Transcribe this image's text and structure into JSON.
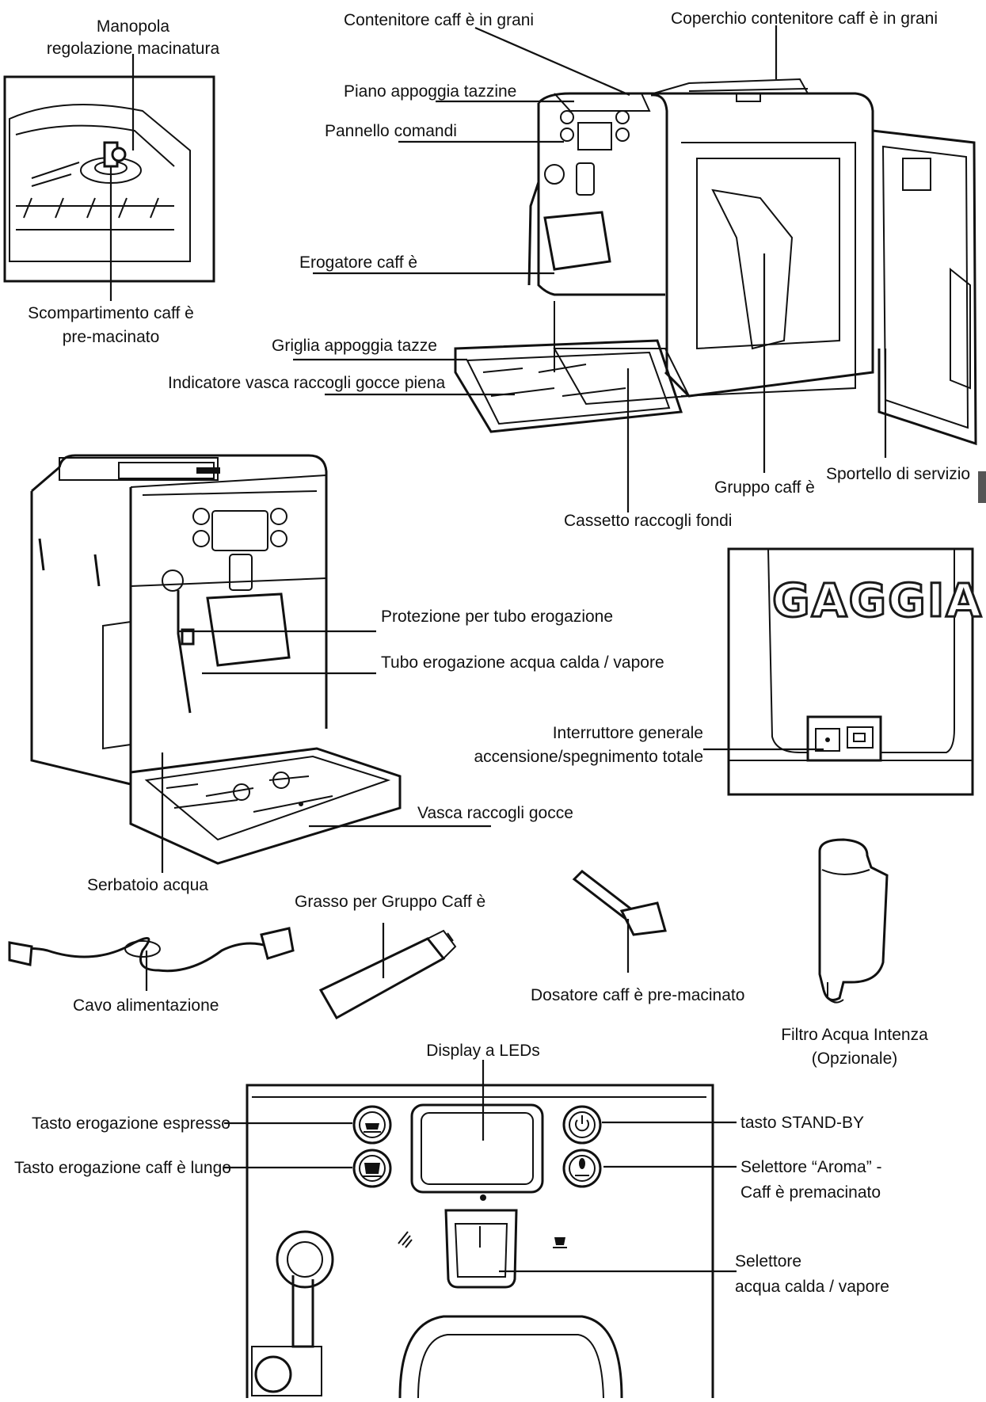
{
  "labels": {
    "manopola_line1": "Manopola",
    "manopola_line2": "regolazione macinatura",
    "scompartimento_line1": "Scompartimento caff è",
    "scompartimento_line2": "pre-macinato",
    "contenitore": "Contenitore caff è in grani",
    "coperchio": "Coperchio contenitore caff è in grani",
    "piano": "Piano appoggia tazzine",
    "pannello": "Pannello comandi",
    "erogatore": "Erogatore caff è",
    "griglia": "Griglia appoggia tazze",
    "indicatore": "Indicatore vasca raccogli gocce piena",
    "cassetto": "Cassetto raccogli fondi",
    "gruppo": "Gruppo caff è",
    "sportello": "Sportello di servizio",
    "protezione": "Protezione per tubo erogazione",
    "tubo": "Tubo erogazione acqua calda / vapore",
    "vasca": "Vasca raccogli gocce",
    "serbatoio": "Serbatoio acqua",
    "interruttore_line1": "Interruttore generale",
    "interruttore_line2": "accensione/spegnimento totale",
    "grasso": "Grasso per Gruppo Caff è",
    "cavo": "Cavo alimentazione",
    "dosatore": "Dosatore caff è pre-macinato",
    "filtro_line1": "Filtro Acqua Intenza",
    "filtro_line2": "(Opzionale)",
    "display": "Display a LEDs",
    "espresso": "Tasto erogazione espresso",
    "lungo": "Tasto erogazione caff è lungo",
    "standby": "tasto STAND-BY",
    "aroma_line1": "Selettore “Aroma” -",
    "aroma_line2": "Caff è premacinato",
    "selettore_line1": "Selettore",
    "selettore_line2": "acqua calda / vapore"
  },
  "brand": "GAGGIA",
  "icons": [
    "grinder-knob-icon",
    "power-icon",
    "aroma-bean-icon",
    "espresso-cup-icon",
    "long-coffee-cup-icon",
    "steam-icon",
    "hot-water-icon"
  ],
  "colors": {
    "ink": "#111111",
    "paper": "#ffffff",
    "tab": "#555555"
  }
}
